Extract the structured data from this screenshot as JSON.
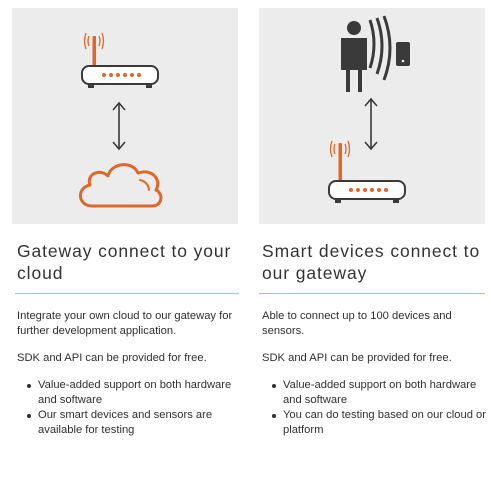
{
  "left": {
    "heading": "Gateway connect to your cloud",
    "intro": "Integrate your own cloud to our gateway for further development application.",
    "sdk_note": "SDK and API can be provided for free.",
    "bullets": [
      "Value-added support on both hardware and software",
      "Our smart devices and sensors are available for testing"
    ],
    "illustration_icons": [
      "router-icon",
      "double-arrow-icon",
      "cloud-icon"
    ]
  },
  "right": {
    "heading": "Smart devices connect to our gateway",
    "intro": "Able to connect up to 100 devices and sensors.",
    "sdk_note": "SDK and API can be provided for free.",
    "bullets": [
      "Value-added support on both hardware and software",
      "You can do testing based on our cloud or platform"
    ],
    "illustration_icons": [
      "person-voice-icon",
      "smart-device-icon",
      "double-arrow-icon",
      "router-icon"
    ]
  },
  "colors": {
    "accent": "#e0672a",
    "icon_dark": "#3a3a3a",
    "panel_bg": "#ececec",
    "divider": "#d8b48a"
  }
}
